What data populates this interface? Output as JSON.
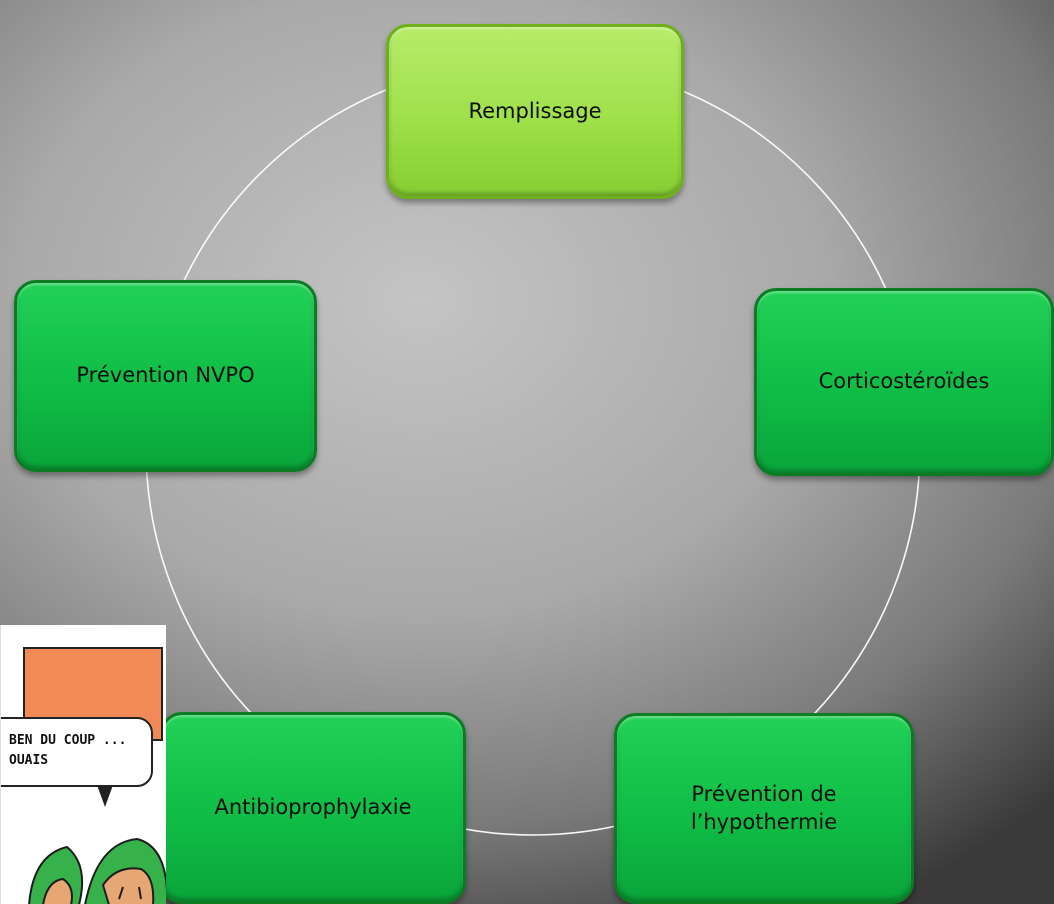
{
  "diagram": {
    "nodes": [
      {
        "id": "remplissage",
        "label": "Remplissage",
        "state": "active"
      },
      {
        "id": "corticosteroides",
        "label": "Corticostéroïdes",
        "state": "normal"
      },
      {
        "id": "hypothermie",
        "label_lines": [
          "Prévention de",
          "l’hypothermie"
        ],
        "state": "normal"
      },
      {
        "id": "antibioprophylaxie",
        "label": "Antibioprophylaxie",
        "state": "normal"
      },
      {
        "id": "nvpo",
        "label": "Prévention NVPO",
        "state": "normal"
      }
    ],
    "colors": {
      "node_fill": "#0fbd46",
      "node_active_fill": "#9ee04a",
      "ring": "#ffffff"
    }
  },
  "cartoon": {
    "bubble_lines": [
      "BEN DU COUP ...",
      "OUAIS"
    ]
  }
}
